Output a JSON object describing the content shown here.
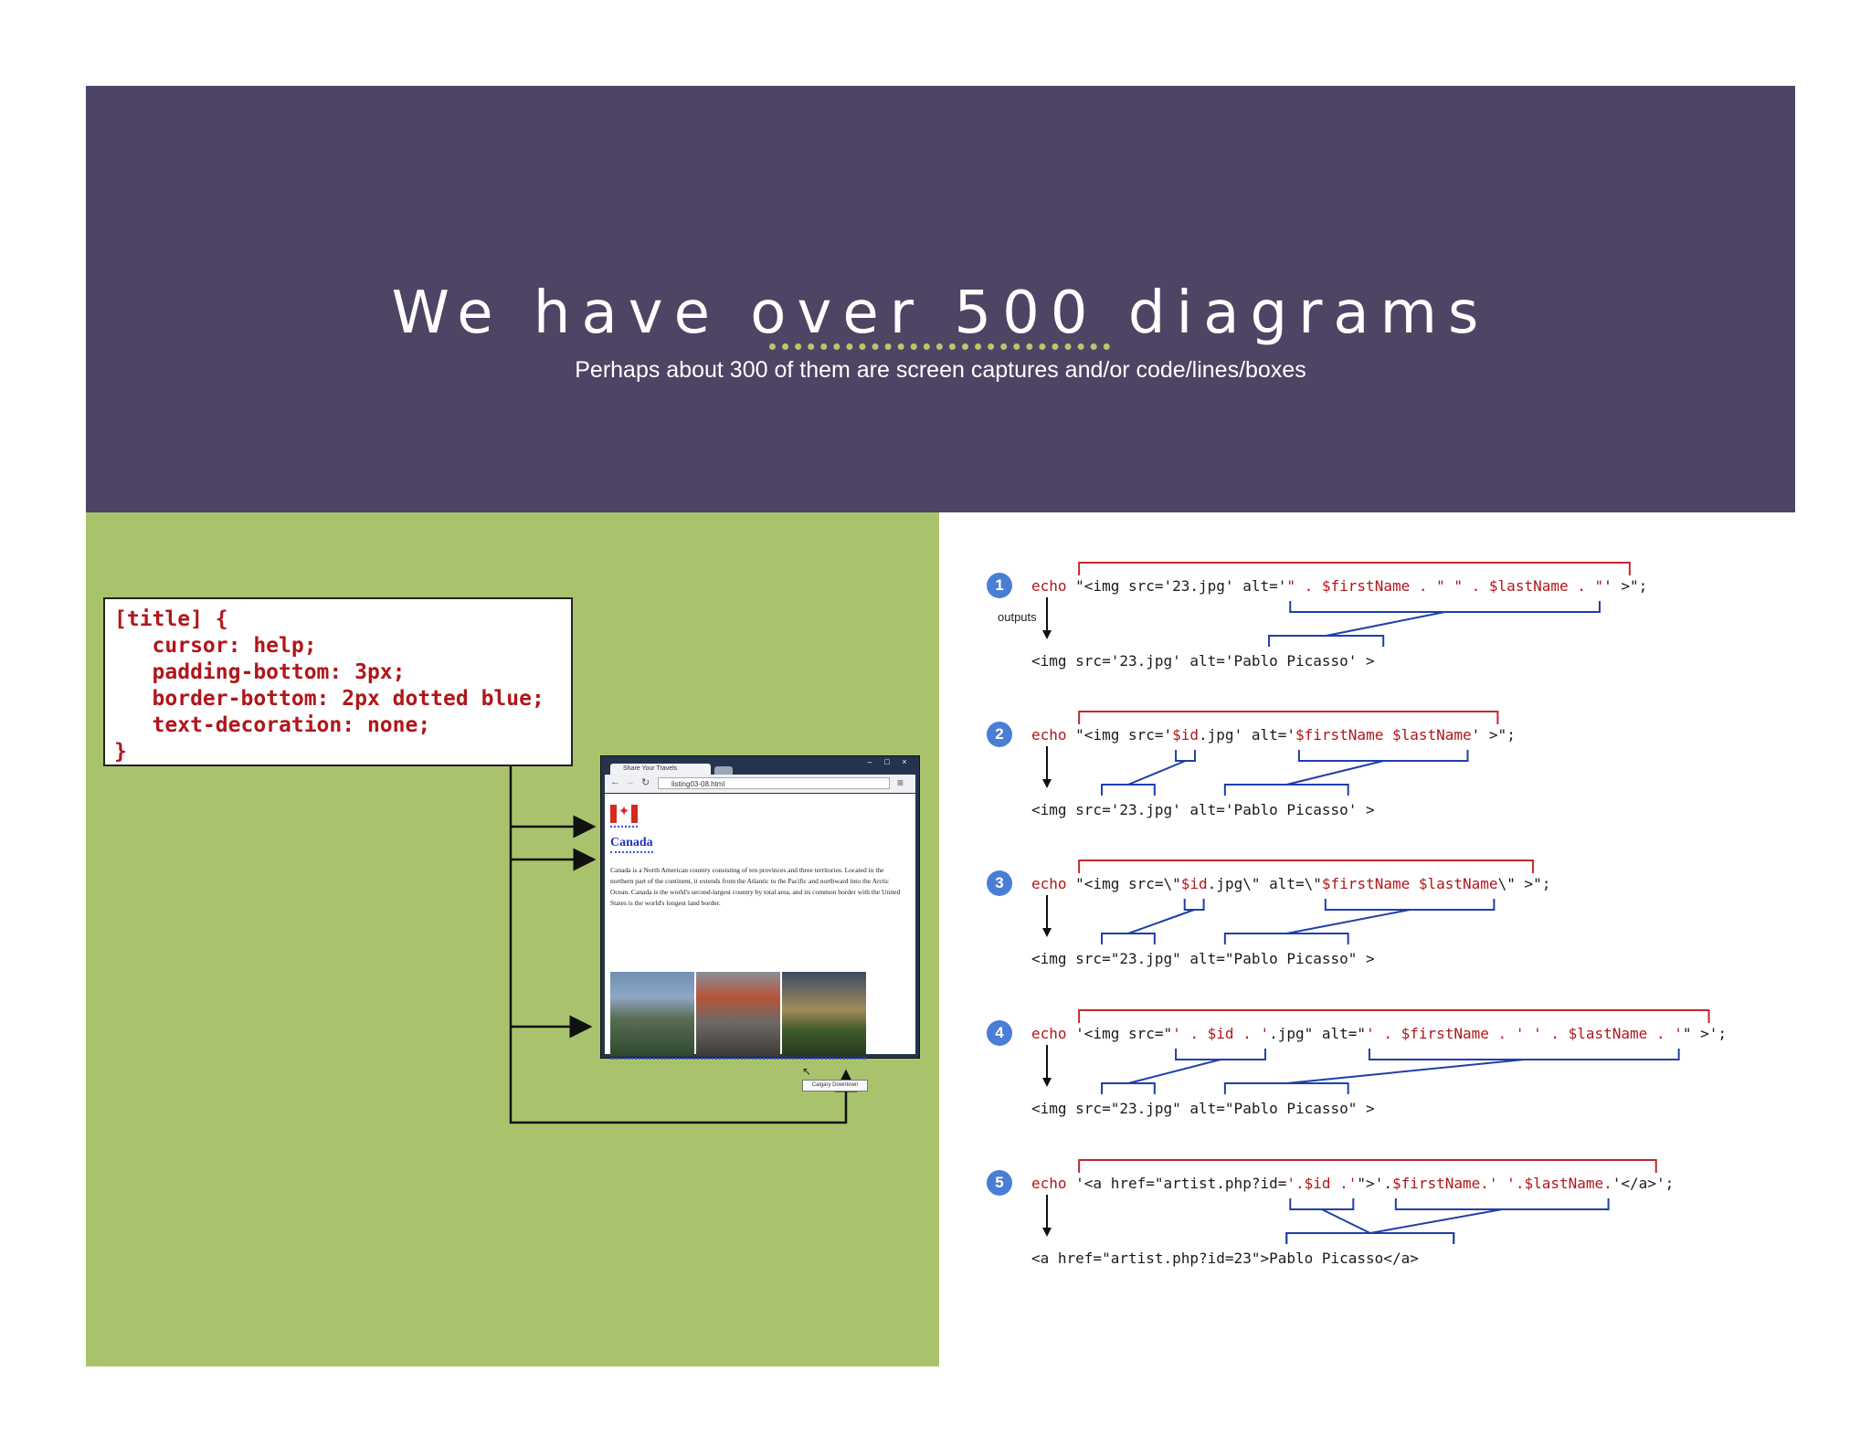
{
  "header": {
    "title": "We have over 500 diagrams",
    "subtitle": "Perhaps about 300 of them are screen captures and/or code/lines/boxes"
  },
  "css_box": {
    "lines": [
      "[title] {",
      "   cursor: help;",
      "   padding-bottom: 3px;",
      "   border-bottom: 2px dotted blue;",
      "   text-decoration: none;",
      "}"
    ]
  },
  "browser": {
    "tab_title": "Share Your Travels",
    "url": "listing03-08.html",
    "heading": "Canada",
    "paragraph": "Canada is a North American country consisting of ten provinces and three territories. Located in the northern part of the continent, it extends from the Atlantic to the Pacific and northward into the Arctic Ocean. Canada is the world's second-largest country by total area, and its common border with the United States is the world's longest land border.",
    "tooltip": "Calgary Downtown",
    "window_buttons": [
      "–",
      "□",
      "×"
    ],
    "flag_icon": "maple-leaf-icon"
  },
  "examples": [
    {
      "number": "1",
      "echo": "echo",
      "parts": [
        {
          "t": " \"<img src='23.jpg' alt='",
          "c": "plain"
        },
        {
          "t": "\" . $firstName . \" \" . $lastName . \"",
          "c": "var"
        },
        {
          "t": "' >\";",
          "c": "plain"
        }
      ],
      "outputs_label": "outputs",
      "output": "<img src='23.jpg' alt='Pablo Picasso' >"
    },
    {
      "number": "2",
      "echo": "echo",
      "parts": [
        {
          "t": " \"<img src='",
          "c": "plain"
        },
        {
          "t": "$id",
          "c": "var"
        },
        {
          "t": ".jpg' alt='",
          "c": "plain"
        },
        {
          "t": "$firstName $lastName",
          "c": "var"
        },
        {
          "t": "' >\";",
          "c": "plain"
        }
      ],
      "output": "<img src='23.jpg' alt='Pablo Picasso' >"
    },
    {
      "number": "3",
      "echo": "echo",
      "parts": [
        {
          "t": " \"<img src=\\\"",
          "c": "plain"
        },
        {
          "t": "$id",
          "c": "var"
        },
        {
          "t": ".jpg\\\" alt=\\\"",
          "c": "plain"
        },
        {
          "t": "$firstName $lastName",
          "c": "var"
        },
        {
          "t": "\\\" >\";",
          "c": "plain"
        }
      ],
      "output": "<img src=\"23.jpg\" alt=\"Pablo Picasso\" >"
    },
    {
      "number": "4",
      "echo": "echo",
      "parts": [
        {
          "t": " '<img src=\"",
          "c": "plain"
        },
        {
          "t": "' . $id . '",
          "c": "var"
        },
        {
          "t": ".jpg\" alt=\"",
          "c": "plain"
        },
        {
          "t": "' . $firstName . ' ' . $lastName . '",
          "c": "var"
        },
        {
          "t": "\" >';",
          "c": "plain"
        }
      ],
      "output": "<img src=\"23.jpg\" alt=\"Pablo Picasso\" >"
    },
    {
      "number": "5",
      "echo": "echo",
      "parts": [
        {
          "t": " '<a href=\"artist.php?id=",
          "c": "plain"
        },
        {
          "t": "'.$id .'",
          "c": "var"
        },
        {
          "t": "\">'.",
          "c": "plain"
        },
        {
          "t": "$firstName.' '.$lastName.",
          "c": "var"
        },
        {
          "t": "'</a>';",
          "c": "plain"
        }
      ],
      "output": "<a href=\"artist.php?id=23\">Pablo Picasso</a>"
    }
  ],
  "colors": {
    "header_bg": "#4e4464",
    "left_panel_bg": "#a9c36d",
    "code_red": "#b0161a",
    "bracket_red": "#c0282c",
    "bracket_blue": "#1f3fa8",
    "badge_blue": "#4a7ed4"
  }
}
